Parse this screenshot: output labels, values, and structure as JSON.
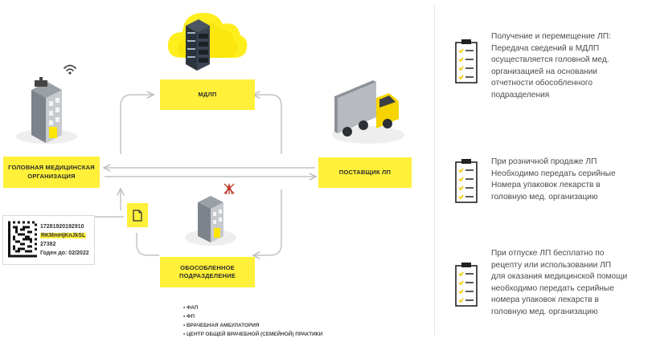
{
  "nodes": {
    "mdlp": "МДЛП",
    "head_org": "ГОЛОВНАЯ МЕДИЦИНСКАЯ\nОРГАНИЗАЦИЯ",
    "supplier": "ПОСТАВЩИК ЛП",
    "branch": "ОБОСОБЛЕННОЕ\nПОДРАЗДЕЛЕНИЕ"
  },
  "branch_types": [
    "ФАП",
    "ФП",
    "ВРАЧЕБНАЯ АМБУЛАТОРИЯ",
    "ЦЕНТР ОБЩЕЙ ВРАЧЕБНОЙ (СЕМЕЙНОЙ) ПРАКТИКИ"
  ],
  "datamatrix_label": {
    "line1": "17281920192910",
    "line2": "RKMmHjKnJkSL",
    "line3": "27382",
    "expiry": "Годен до: 02/2022"
  },
  "notes": [
    "Получение и перемещение ЛП:\nПередача сведений в МДЛП\nосуществляется головной мед.\nорганизацией на основании\nотчетности обособленного\nподразделения",
    "При розничной продаже ЛП\nНеобходимо передать серийные\nНомера упаковок лекарств в\nголовную мед. организацию",
    "При отпуске ЛП бесплатно по\nрецепту или использовании ЛП\nдля оказания медицинской помощи\nнеобходимо передать серийные\nномера упаковок лекарств в\nголовную мед. организацию"
  ],
  "icons": [
    "server-cloud-icon",
    "building-icon",
    "wifi-icon",
    "truck-icon",
    "document-icon",
    "no-signal-icon",
    "checklist-icon",
    "datamatrix-icon"
  ],
  "colors": {
    "accent_yellow": "#fff03a",
    "arrow_gray": "#c4c4c4"
  }
}
